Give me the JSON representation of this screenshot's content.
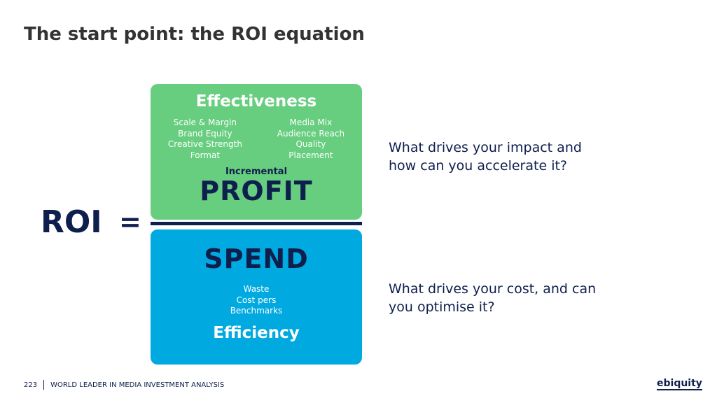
{
  "title": "The start point: the ROI equation",
  "roi": "ROI",
  "equals": "=",
  "effectiveness": {
    "heading": "Effectiveness",
    "left": [
      "Scale & Margin",
      "Brand Equity",
      "Creative Strength",
      "Format"
    ],
    "right": [
      "Media Mix",
      "Audience Reach",
      "Quality",
      "Placement"
    ],
    "sub": "Incremental",
    "big": "PROFIT"
  },
  "spend": {
    "big": "SPEND",
    "items": [
      "Waste",
      "Cost pers",
      "Benchmarks"
    ],
    "heading": "Efficiency"
  },
  "questions": [
    "What drives your impact and how can you accelerate it?",
    "What drives your cost, and can you optimise it?"
  ],
  "footer": {
    "page": "223",
    "tagline": "WORLD LEADER IN MEDIA INVESTMENT ANALYSIS",
    "logo": "ebiquity"
  }
}
